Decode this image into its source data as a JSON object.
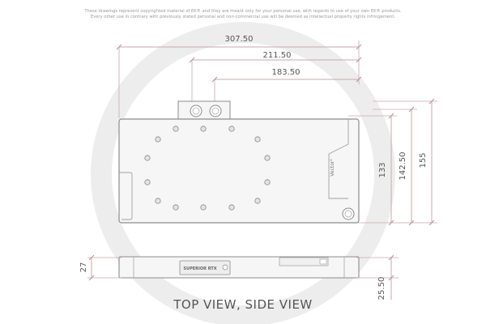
{
  "disclaimer": {
    "line1": "These drawings represent copyrighted material of EK® and they are meant only for your personal use, with regards to use of your own EK® products.",
    "line2": "Every other use in contrary with previously stated personal and non-commercial use will be deemed as intellectual property rights infringement."
  },
  "dimensions": {
    "width_total": "307.50",
    "width_mid": "211.50",
    "width_inner": "183.50",
    "height_133": "133",
    "height_142": "142.50",
    "height_155": "155",
    "side_27": "27",
    "side_25": "25.50"
  },
  "labels": {
    "block_brand": "Vector²",
    "side_plate_text": "SUPERIOR RTX",
    "view_title": "TOP VIEW, SIDE VIEW"
  },
  "colors": {
    "outline": "#8c8c8c",
    "fill": "#f4f4f4",
    "dim_line": "#c8a9ad",
    "dim_tick": "#c4a0a6",
    "watermark": "#ececec",
    "text": "#555555"
  }
}
